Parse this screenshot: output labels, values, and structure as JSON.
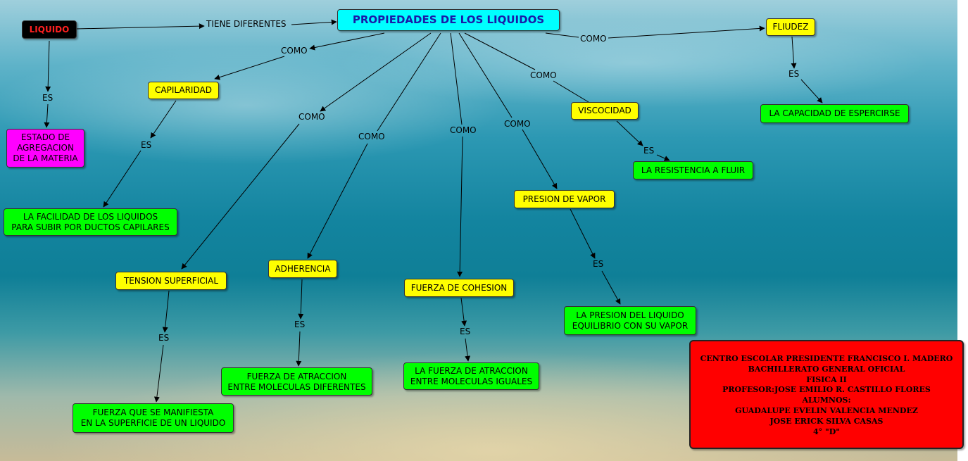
{
  "nodes": {
    "liquido": "LIQUIDO",
    "propiedades": "PROPIEDADES DE LOS LIQUIDOS",
    "fliudez": "FLIUDEZ",
    "capilaridad": "CAPILARIDAD",
    "viscocidad": "VISCOCIDAD",
    "estado": "ESTADO DE\nAGREGACION\nDE LA MATERIA",
    "capacidad": "LA CAPACIDAD DE ESPERCIRSE",
    "resistencia": "LA RESISTENCIA A FLUIR",
    "facilidad": "LA FACILIDAD DE LOS LIQUIDOS\nPARA SUBIR POR DUCTOS CAPILARES",
    "presion_vapor": "PRESION DE VAPOR",
    "tension": "TENSION SUPERFICIAL",
    "adherencia": "ADHERENCIA",
    "cohesion": "FUERZA DE COHESION",
    "presion_liquido": "LA PRESION DEL LIQUIDO\nEQUILIBRIO CON SU VAPOR",
    "atraccion_diferentes": "FUERZA DE ATRACCION\nENTRE MOLECULAS DIFERENTES",
    "atraccion_iguales": "LA FUERZA DE ATRACCION\nENTRE MOLECULAS IGUALES",
    "fuerza_superficie": "FUERZA QUE SE MANIFIESTA\nEN LA SUPERFICIE DE UN LIQUIDO",
    "credits": "CENTRO ESCOLAR PRESIDENTE FRANCISCO I. MADERO\nBACHILLERATO GENERAL OFICIAL\nFISICA II\nPROFESOR:JOSE EMILIO R. CASTILLO FLORES\nALUMNOS:\nGUADALUPE EVELIN VALENCIA MENDEZ\nJOSE ERICK SILVA CASAS\n4° \"D\""
  },
  "labels": {
    "tiene": "TIENE DIFERENTES",
    "como": "COMO",
    "es": "ES"
  },
  "colors": {
    "yellow": "#ffff00",
    "green": "#00ff00",
    "magenta": "#ff00ff",
    "cyan": "#00ffff",
    "red": "#ff0000",
    "black": "#000000"
  }
}
